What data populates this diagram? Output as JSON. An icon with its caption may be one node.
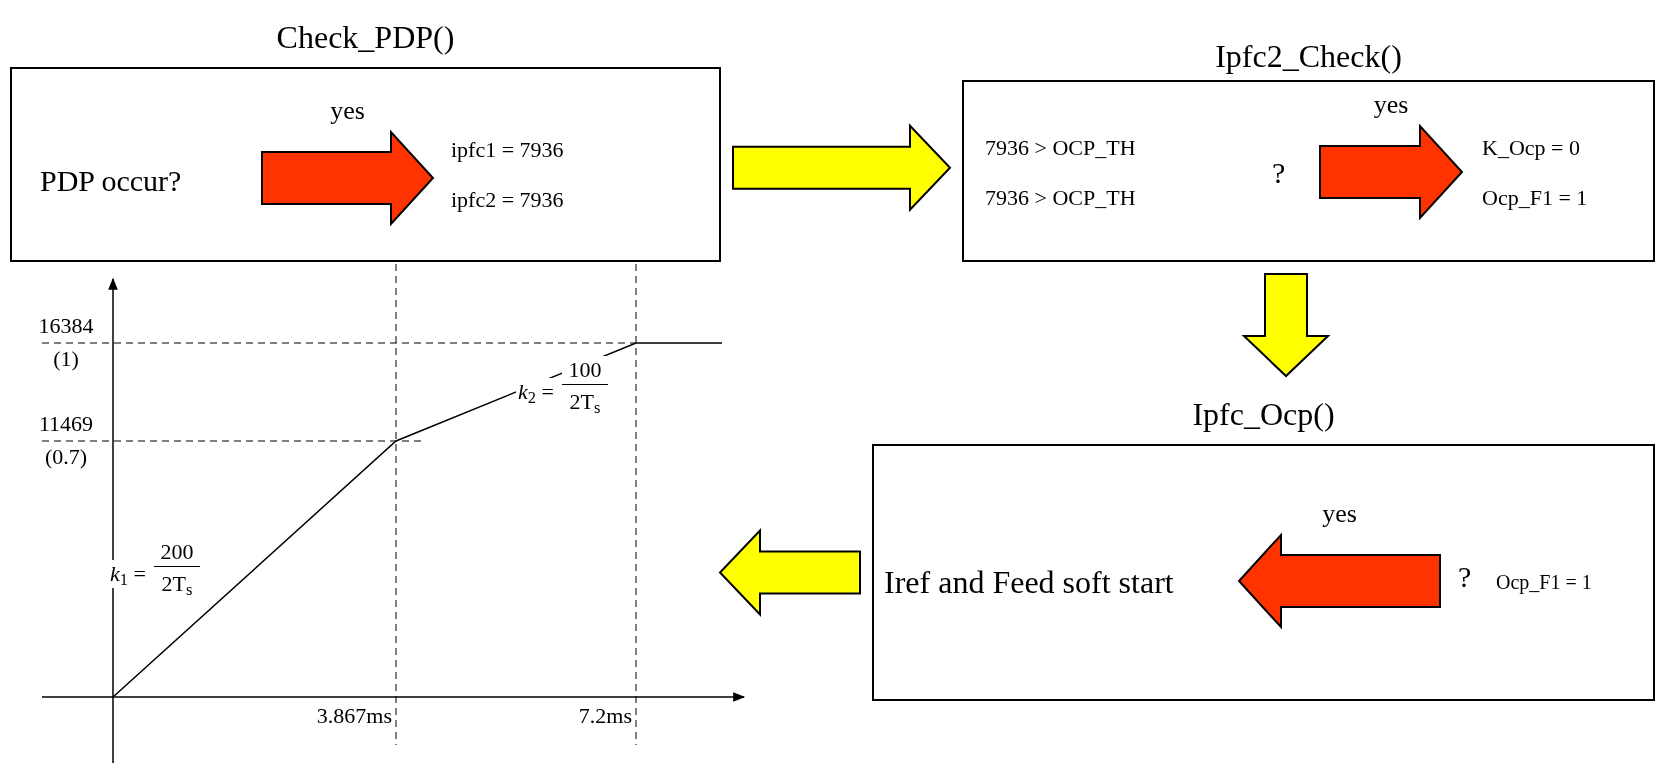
{
  "diagram": {
    "nodes": [
      {
        "text": [
          "Check_PDP()"
        ]
      },
      {
        "text": [
          "PDP occur?"
        ],
        "in": 0
      },
      {
        "text": [
          "ipfc1 = 7936",
          "ipfc2 = 7936"
        ],
        "in": 0
      },
      {
        "text": [
          "Ipfc2_Check()"
        ]
      },
      {
        "text": [
          "7936 > OCP_TH",
          "7936 > OCP_TH",
          "?"
        ],
        "in": 3
      },
      {
        "text": [
          "K_Ocp = 0",
          "Ocp_F1 = 1"
        ],
        "in": 3
      },
      {
        "text": [
          "Ipfc_Ocp()"
        ]
      },
      {
        "text": [
          "?",
          "Ocp_F1 = 1"
        ],
        "in": 6
      },
      {
        "text": [
          "Iref and Feed soft start"
        ],
        "in": 6
      }
    ],
    "edges": [
      {
        "from": 1,
        "to": 2,
        "arrow": "to",
        "label": "yes",
        "style": "thick",
        "color": "#ff3300"
      },
      {
        "from": 0,
        "to": 3,
        "arrow": "to",
        "style": "thick",
        "color": "#ffff00"
      },
      {
        "from": 4,
        "to": 5,
        "arrow": "to",
        "label": "yes",
        "style": "thick",
        "color": "#ff3300"
      },
      {
        "from": 3,
        "to": 6,
        "arrow": "to",
        "style": "thick",
        "color": "#ffff00"
      },
      {
        "from": 7,
        "to": 8,
        "arrow": "to",
        "label": "yes",
        "style": "thick",
        "color": "#ff3300"
      },
      {
        "from": 6,
        "to": null,
        "arrow": "to",
        "style": "thick",
        "color": "#ffff00"
      }
    ],
    "labels": [
      "16384",
      "(1)",
      "*k*$_{2}$ =",
      "100",
      "2T$_{s}$",
      "11469",
      "(0.7)",
      "*k*$_{1}$ =",
      "200",
      "2T$_{s}$",
      "3.867ms",
      "7.2ms"
    ]
  }
}
